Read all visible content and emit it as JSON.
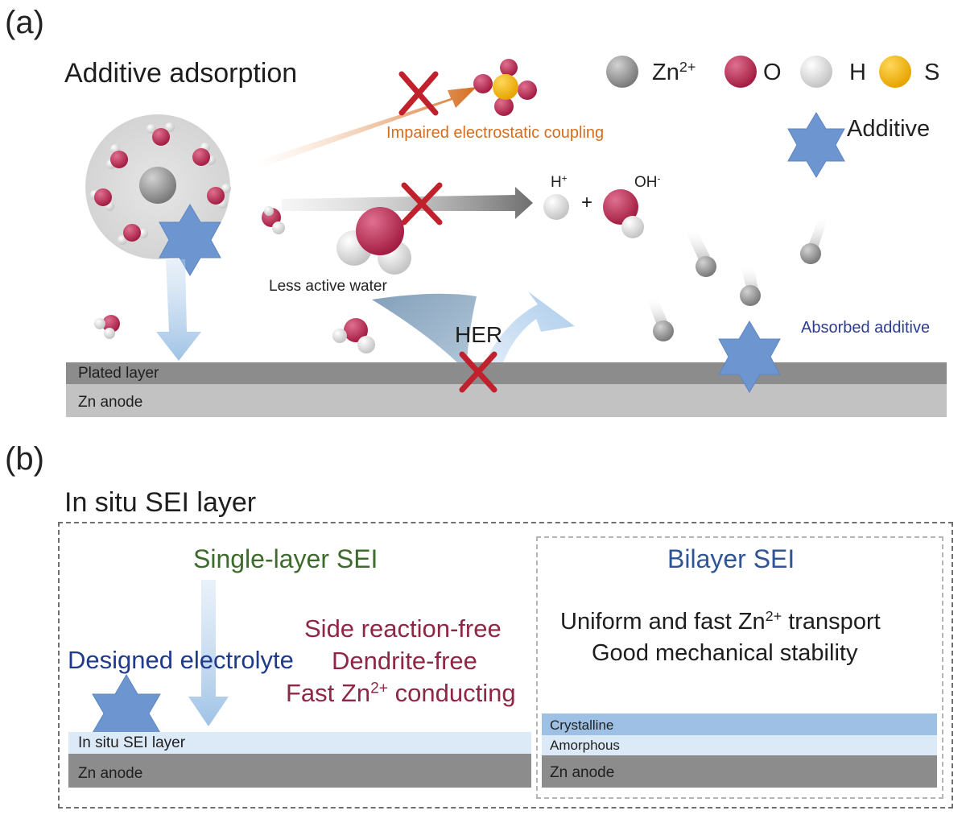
{
  "panel_a": {
    "label": "(a)",
    "title": "Additive adsorption",
    "legend": [
      {
        "symbol": "Zn",
        "sup": "2+",
        "color": "#8e8e8e"
      },
      {
        "symbol": "O",
        "sup": "",
        "color": "#b9264f"
      },
      {
        "symbol": "H",
        "sup": "",
        "color": "#e4e4e4"
      },
      {
        "symbol": "S",
        "sup": "",
        "color": "#f4b400"
      }
    ],
    "legend_additive": "Additive",
    "impaired_label": "Impaired electrostatic coupling",
    "h_ion": {
      "base": "H",
      "sup": "+"
    },
    "plus": "+",
    "oh_ion": {
      "base": "OH",
      "sup": "-"
    },
    "less_active_water": "Less active water",
    "her": "HER",
    "absorbed_additive": "Absorbed additive",
    "plated_layer": "Plated layer",
    "zn_anode": "Zn anode"
  },
  "panel_b": {
    "label": "(b)",
    "title": "In situ SEI layer",
    "single": {
      "heading": "Single-layer SEI",
      "designed": "Designed electrolyte",
      "benefit_1": "Side reaction-free",
      "benefit_2": "Dendrite-free",
      "benefit_3_pre": "Fast Zn",
      "benefit_3_sup": "2+",
      "benefit_3_post": " conducting",
      "sei_layer": "In situ SEI layer",
      "zn_anode": "Zn anode"
    },
    "bilayer": {
      "heading": "Bilayer SEI",
      "line1_pre": "Uniform and fast Zn",
      "line1_sup": "2+",
      "line1_post": " transport",
      "line2": "Good mechanical stability",
      "crystalline": "Crystalline",
      "amorphous": "Amorphous",
      "zn_anode": "Zn anode"
    }
  },
  "colors": {
    "zn": "#8e8e8e",
    "oxygen": "#b9264f",
    "hydrogen": "#e4e4e4",
    "sulfur": "#f4b400",
    "additive": "#6d95d0",
    "impaired": "#d56d20",
    "single_heading": "#3d6b2c",
    "bilayer_heading": "#2f5597",
    "designed": "#1f3a8a",
    "benefits": "#8e2745",
    "absorbed": "#2c3d8f"
  }
}
